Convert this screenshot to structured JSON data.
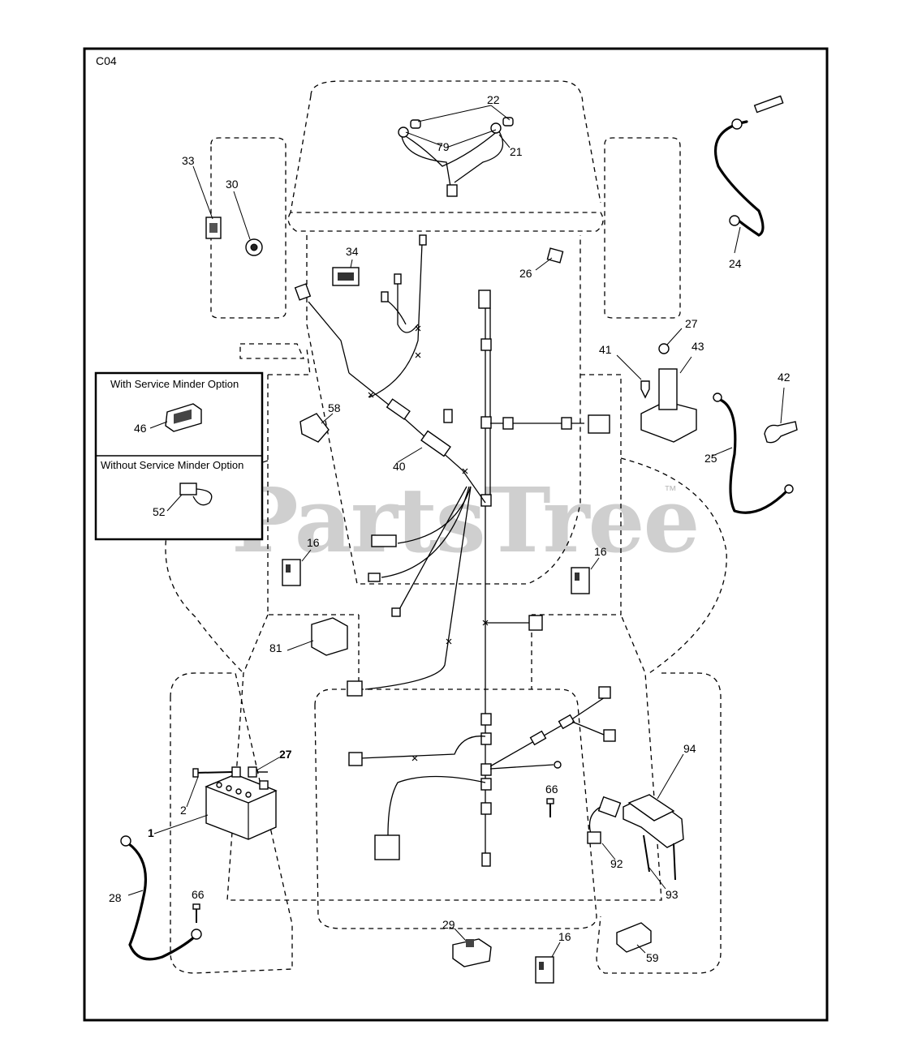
{
  "diagram_code": "C04",
  "watermark": "PartsTree",
  "watermark_tm": "™",
  "option_box": {
    "with_label": "With Service Minder Option",
    "without_label": "Without Service Minder Option",
    "with_part": "46",
    "without_part": "52"
  },
  "callouts": {
    "c1": "1",
    "c2": "2",
    "c27a": "27",
    "c27b": "27",
    "c16a": "16",
    "c16b": "16",
    "c16c": "16",
    "c21": "21",
    "c22": "22",
    "c79": "79",
    "c24": "24",
    "c25": "25",
    "c26": "26",
    "c28": "28",
    "c29": "29",
    "c30": "30",
    "c33": "33",
    "c34": "34",
    "c40": "40",
    "c41": "41",
    "c42": "42",
    "c43": "43",
    "c58": "58",
    "c59": "59",
    "c66a": "66",
    "c66b": "66",
    "c81": "81",
    "c92": "92",
    "c93": "93",
    "c94": "94"
  }
}
